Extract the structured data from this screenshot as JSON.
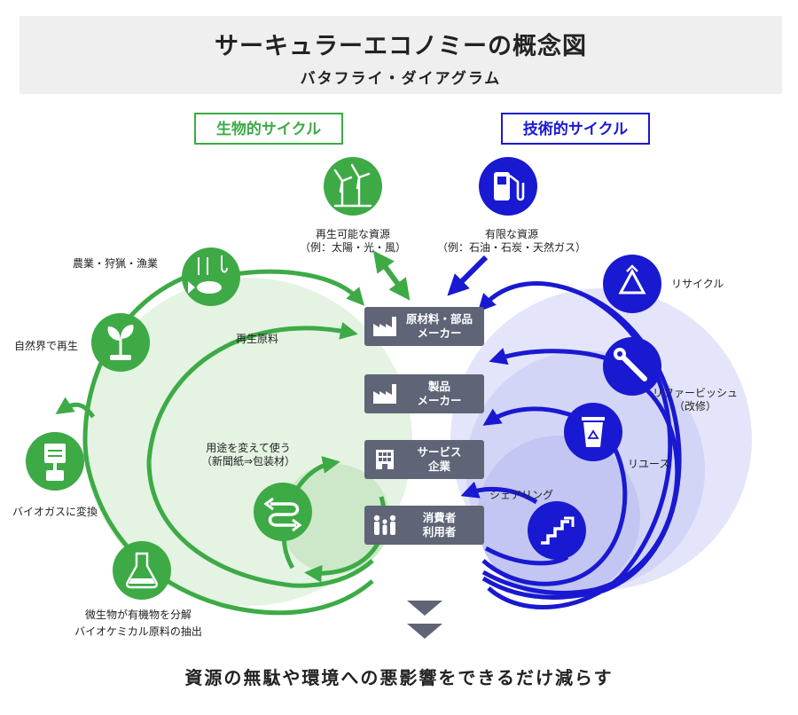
{
  "header": {
    "title": "サーキュラーエコノミーの概念図",
    "subtitle": "バタフライ・ダイアグラム"
  },
  "cycles": {
    "biological": "生物的サイクル",
    "technical": "技術的サイクル"
  },
  "resources": {
    "renewable": {
      "line1": "再生可能な資源",
      "line2": "（例：太陽・光・風）",
      "icon": "wind-turbine-icon"
    },
    "finite": {
      "line1": "有限な資源",
      "line2": "（例：石油・石炭・天然ガス）",
      "icon": "fuel-pump-icon"
    }
  },
  "flow": [
    {
      "line1": "原材料・部品",
      "line2": "メーカー",
      "icon": "factory-icon"
    },
    {
      "line1": "製品",
      "line2": "メーカー",
      "icon": "factory-icon"
    },
    {
      "line1": "サービス",
      "line2": "企業",
      "icon": "office-building-icon"
    },
    {
      "line1": "消費者",
      "line2": "利用者",
      "icon": "people-icon"
    }
  ],
  "biological_labels": {
    "agriculture": "農業・狩猟・漁業",
    "regenerate": "自然界で再生",
    "biogas": "バイオガスに変換",
    "microbe_line1": "微生物が有機物を分解",
    "microbe_line2": "バイオケミカル原料の抽出",
    "renewable_material": "再生原料",
    "cascade_line1": "用途を変えて使う",
    "cascade_line2": "（新聞紙⇒包装材）"
  },
  "technical_labels": {
    "recycle": "リサイクル",
    "refurbish_line1": "リファービッシュ",
    "refurbish_line2": "（改修）",
    "reuse": "リユース",
    "sharing": "シェアリング"
  },
  "conclusion": "資源の無駄や環境への悪影響をできるだけ減らす",
  "colors": {
    "green": "#3daa46",
    "blue": "#1919d2",
    "box": "#5f6476"
  }
}
